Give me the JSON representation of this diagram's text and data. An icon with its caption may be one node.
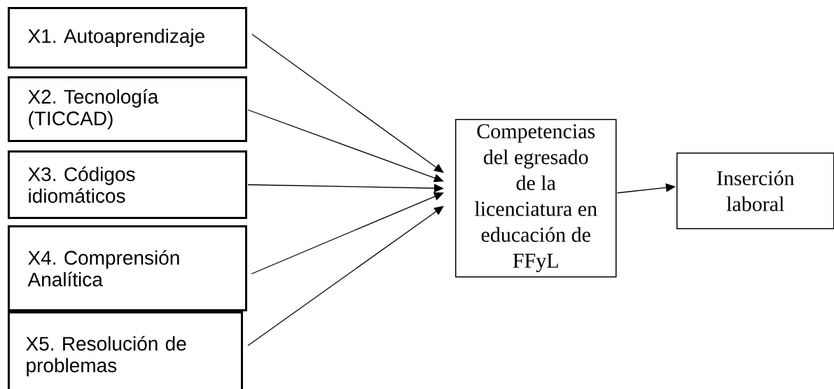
{
  "diagram": {
    "nodes": [
      {
        "text": [
          "X1. Autoaprendizaje"
        ]
      },
      {
        "text": [
          "X2. Tecnología (TICCAD)"
        ]
      },
      {
        "text": [
          "X3. Códigos idiomáticos"
        ]
      },
      {
        "text": [
          "X4. Comprensión Analítica"
        ]
      },
      {
        "text": [
          "X5. Resolución de problemas"
        ]
      },
      {
        "text": [
          "Competencias del egresado de la licenciatura en educación de FFyL"
        ]
      },
      {
        "text": [
          "Inserción laboral"
        ]
      }
    ],
    "edges": [
      {
        "from": 0,
        "to": 5,
        "arrow": "to"
      },
      {
        "from": 1,
        "to": 5,
        "arrow": "to"
      },
      {
        "from": 2,
        "to": 5,
        "arrow": "to"
      },
      {
        "from": 3,
        "to": 5,
        "arrow": "to"
      },
      {
        "from": 4,
        "to": 5,
        "arrow": "to"
      },
      {
        "from": 5,
        "to": 6,
        "arrow": "to"
      }
    ]
  }
}
